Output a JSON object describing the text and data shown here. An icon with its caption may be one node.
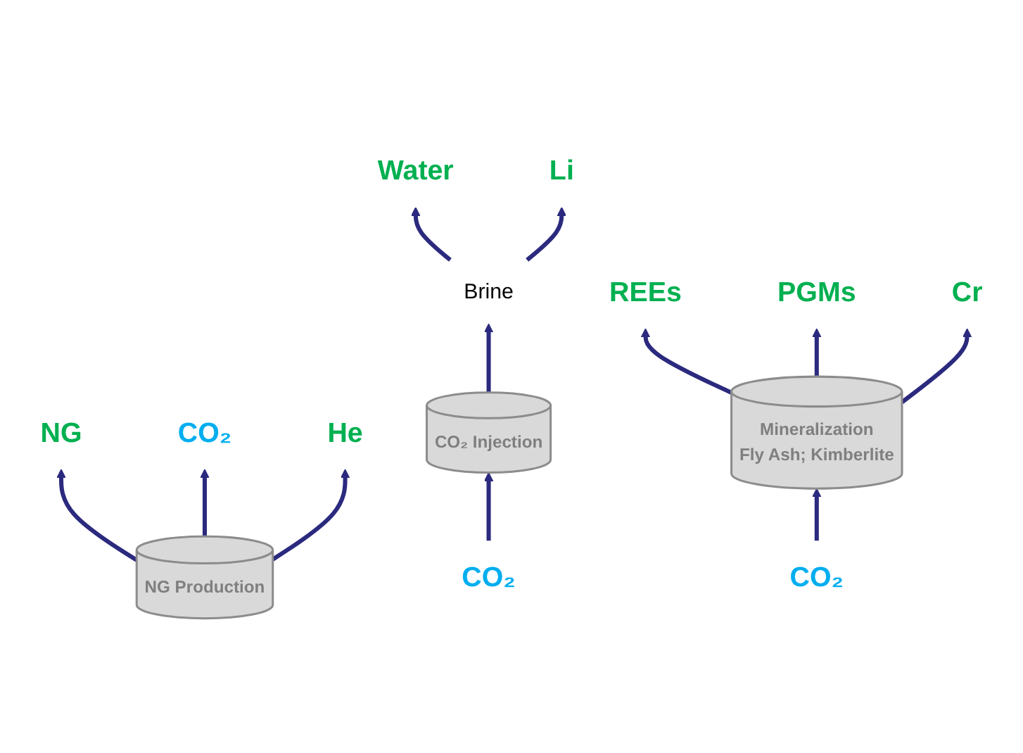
{
  "diagram": {
    "nodes": [
      {
        "text": [
          "NG Production"
        ]
      },
      {
        "text": [
          "NG"
        ]
      },
      {
        "text": [
          "CO₂"
        ]
      },
      {
        "text": [
          "He"
        ]
      },
      {
        "text": [
          "CO₂"
        ]
      },
      {
        "text": [
          "CO₂ Injection"
        ]
      },
      {
        "text": [
          "Brine"
        ]
      },
      {
        "text": [
          "Water"
        ]
      },
      {
        "text": [
          "Li"
        ]
      },
      {
        "text": [
          "CO₂"
        ]
      },
      {
        "text": [
          "Mineralization",
          "Fly Ash; Kimberlite"
        ]
      },
      {
        "text": [
          "REEs"
        ]
      },
      {
        "text": [
          "PGMs"
        ]
      },
      {
        "text": [
          "Cr"
        ]
      }
    ],
    "edges": [
      {
        "from": 0,
        "to": 1,
        "arrow": "to"
      },
      {
        "from": 0,
        "to": 2,
        "arrow": "to"
      },
      {
        "from": 0,
        "to": 3,
        "arrow": "to"
      },
      {
        "from": 4,
        "to": 5,
        "arrow": "to"
      },
      {
        "from": 5,
        "to": 6,
        "arrow": "to"
      },
      {
        "from": 6,
        "to": 7,
        "arrow": "to"
      },
      {
        "from": 6,
        "to": 8,
        "arrow": "to"
      },
      {
        "from": 9,
        "to": 10,
        "arrow": "to"
      },
      {
        "from": 10,
        "to": 11,
        "arrow": "to"
      },
      {
        "from": 10,
        "to": 12,
        "arrow": "to"
      },
      {
        "from": 10,
        "to": 13,
        "arrow": "to"
      }
    ]
  }
}
